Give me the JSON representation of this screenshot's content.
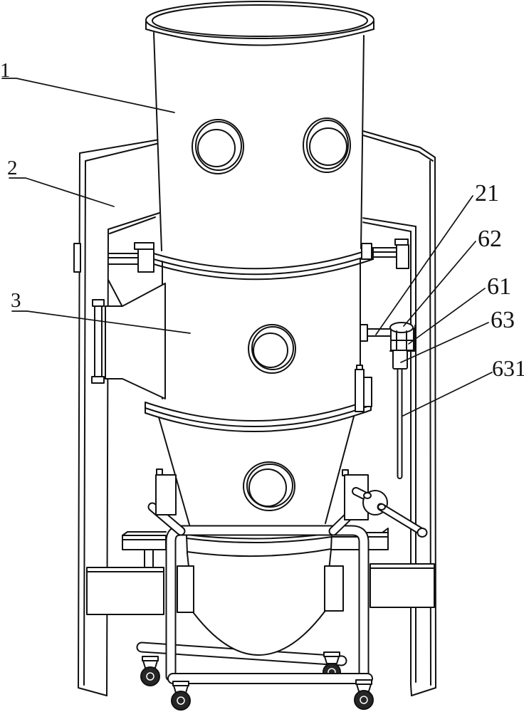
{
  "diagram": {
    "type": "patent-line-drawing",
    "title": "fluid-bed machine figure",
    "colors": {
      "line": "#111111",
      "background": "#ffffff",
      "caster_fill": "#262626"
    },
    "labels": [
      {
        "id": "1",
        "text": "1"
      },
      {
        "id": "2",
        "text": "2"
      },
      {
        "id": "3",
        "text": "3"
      },
      {
        "id": "21",
        "text": "21"
      },
      {
        "id": "62",
        "text": "62"
      },
      {
        "id": "61",
        "text": "61"
      },
      {
        "id": "63",
        "text": "63"
      },
      {
        "id": "631",
        "text": "631"
      }
    ]
  }
}
